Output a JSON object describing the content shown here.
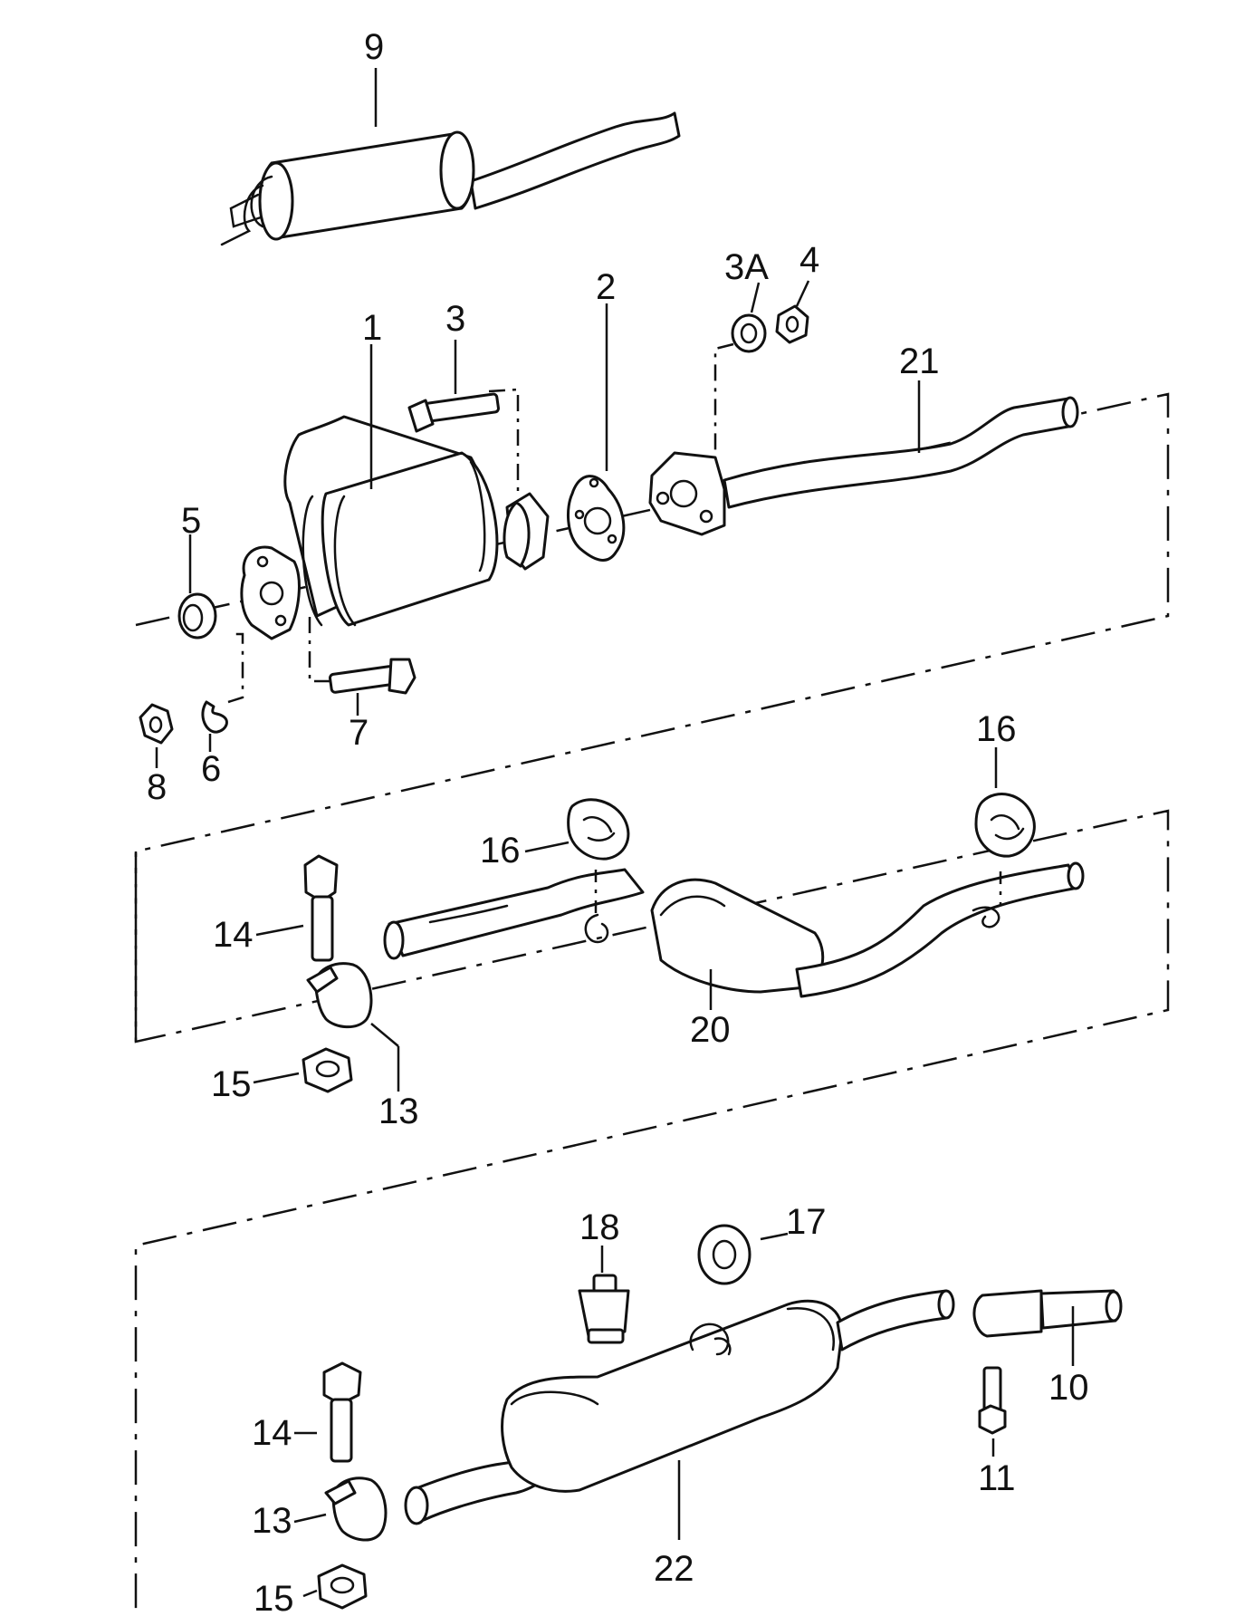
{
  "labels": {
    "n1": "1",
    "n2": "2",
    "n3": "3",
    "n3a": "3A",
    "n4": "4",
    "n5": "5",
    "n6": "6",
    "n7": "7",
    "n8": "8",
    "n9": "9",
    "n10": "10",
    "n11": "11",
    "n13a": "13",
    "n13b": "13",
    "n14a": "14",
    "n14b": "14",
    "n15a": "15",
    "n15b": "15",
    "n16a": "16",
    "n16b": "16",
    "n17": "17",
    "n18": "18",
    "n20": "20",
    "n21": "21",
    "n22": "22"
  }
}
